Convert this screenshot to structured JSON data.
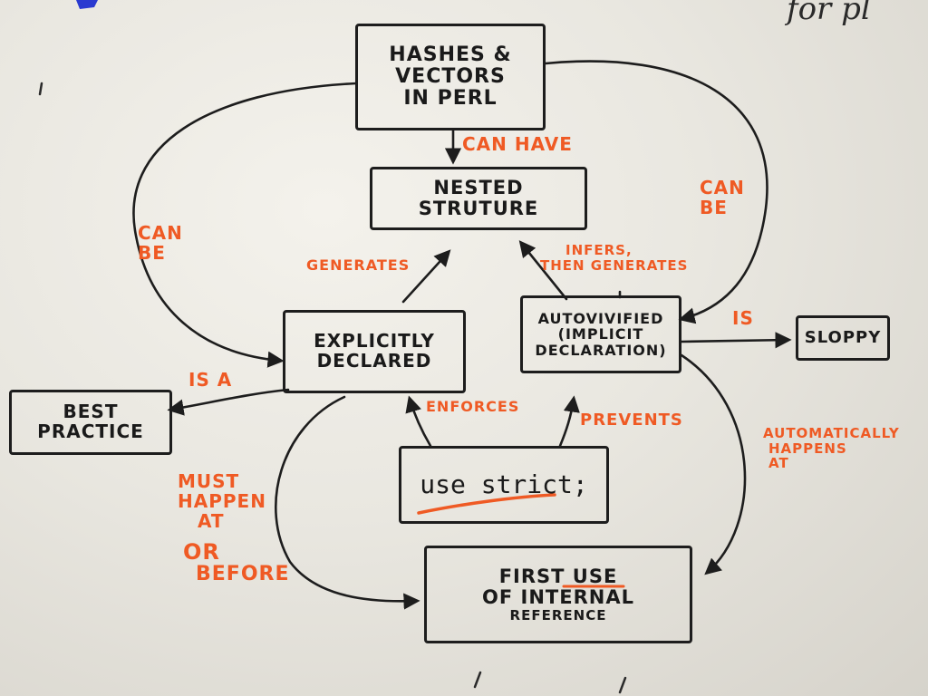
{
  "diagram": {
    "nodes": {
      "hashes_vectors": {
        "lines": [
          "HASHES &",
          "VECTORS",
          "IN PERL"
        ]
      },
      "nested_structure": {
        "lines": [
          "NESTED",
          "STRUTURE"
        ]
      },
      "explicitly_declared": {
        "lines": [
          "EXPLICITLY",
          "DECLARED"
        ]
      },
      "autovivified": {
        "lines": [
          "AUTOVIVIFIED",
          "(IMPLICIT",
          "DECLARATION)"
        ]
      },
      "sloppy": {
        "lines": [
          "SLOPPY"
        ]
      },
      "best_practice": {
        "lines": [
          "BEST",
          "PRACTICE"
        ]
      },
      "use_strict": {
        "lines": [
          "use strict;"
        ]
      },
      "first_use": {
        "lines": [
          "FIRST  USE",
          "OF INTERNAL",
          "REFERENCE"
        ]
      }
    },
    "edges": {
      "can_have": {
        "lines": [
          "CAN HAVE"
        ]
      },
      "can_be_left": {
        "lines": [
          "CAN",
          "BE"
        ]
      },
      "can_be_right": {
        "lines": [
          "CAN",
          "BE"
        ]
      },
      "generates": {
        "lines": [
          "GENERATES"
        ]
      },
      "infers_then_generates": {
        "lines": [
          "INFERS,",
          "THEN GENERATES"
        ]
      },
      "is": {
        "lines": [
          "IS"
        ]
      },
      "is_a": {
        "lines": [
          "IS A"
        ]
      },
      "enforces": {
        "lines": [
          "ENFORCES"
        ]
      },
      "prevents": {
        "lines": [
          "PREVENTS"
        ]
      },
      "automatically_happens_at": {
        "lines": [
          "AUTOMATICALLY",
          "HAPPENS",
          "AT"
        ]
      },
      "must_happen_at_or_before": {
        "lines": [
          "MUST",
          "HAPPEN",
          "AT",
          "",
          "OR",
          "BEFORE"
        ]
      }
    },
    "corner_scribble": "for pl"
  },
  "colors": {
    "ink": "#1d1d1d",
    "accent": "#ef5a24",
    "board": "#ecebe5"
  }
}
